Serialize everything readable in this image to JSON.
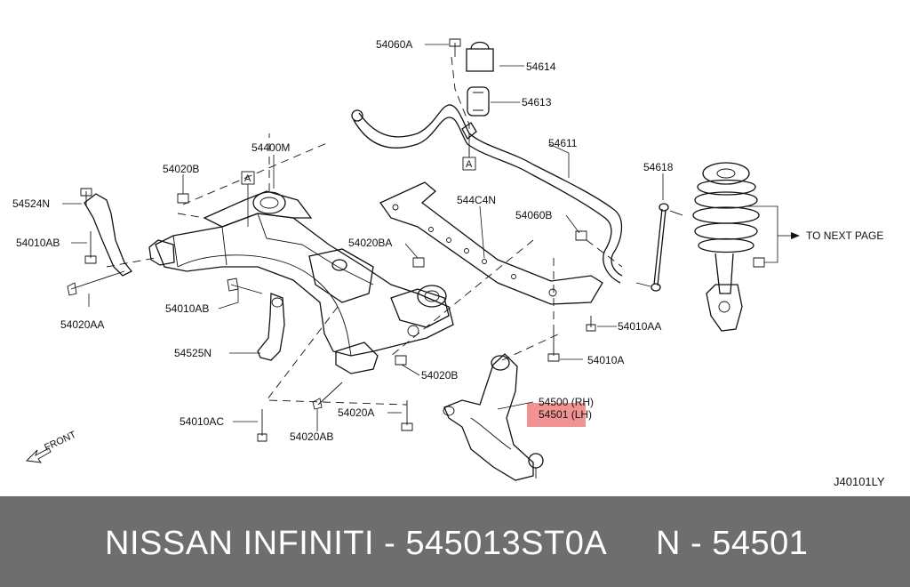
{
  "diagram": {
    "drawing_code": "J40101LY",
    "front_label": "FRONT",
    "next_page_label": "TO NEXT PAGE",
    "ref_marker": "A",
    "highlight_color": "#f08080",
    "labels": {
      "p54060A": "54060A",
      "p54614": "54614",
      "p54613": "54613",
      "p54611": "54611",
      "p54618": "54618",
      "p54400M": "54400M",
      "p54020B_top": "54020B",
      "p544C4N": "544C4N",
      "p54060B": "54060B",
      "p54524N": "54524N",
      "p54010AB_left": "54010AB",
      "p54020BA": "54020BA",
      "p54020AA": "54020AA",
      "p54010AB_mid": "54010AB",
      "p54010AA": "54010AA",
      "p54525N": "54525N",
      "p54010A": "54010A",
      "p54020B_mid": "54020B",
      "p54500": "54500 (RH)",
      "p54501": "54501 (LH)",
      "p54010AC": "54010AC",
      "p54020A": "54020A",
      "p54020AB": "54020AB"
    }
  },
  "footer": {
    "brands": "NISSAN  INFINITI - 545013ST0A",
    "alt_number": "N - 54501",
    "background": "#6e6e6e"
  }
}
